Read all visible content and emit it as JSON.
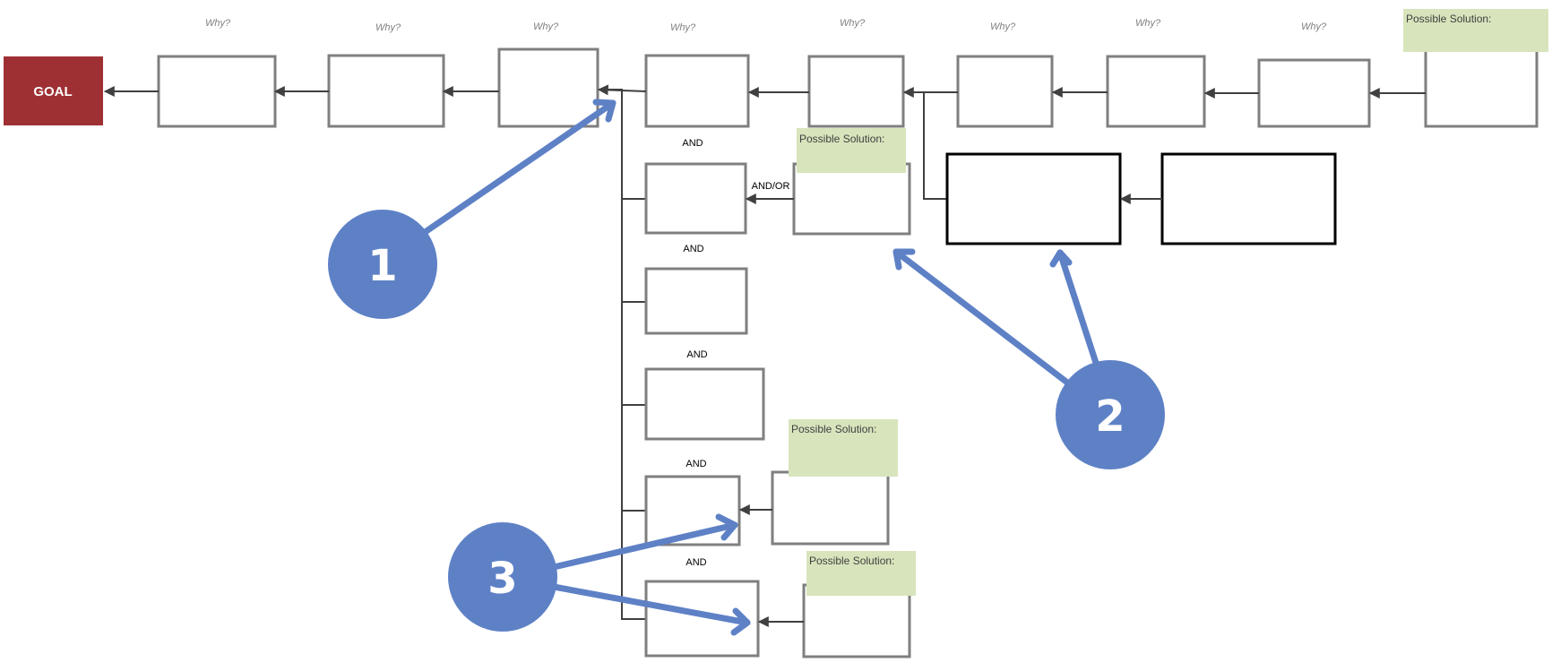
{
  "goal": {
    "label": "GOAL",
    "color": "#9e3033"
  },
  "why_labels": [
    "Why?",
    "Why?",
    "Why?",
    "Why?",
    "Why?",
    "Why?",
    "Why?",
    "Why?"
  ],
  "and_labels": [
    "AND",
    "AND",
    "AND",
    "AND",
    "AND"
  ],
  "and_or_label": "AND/OR",
  "possible_solution_labels": [
    "Possible Solution:",
    "Possible Solution:",
    "Possible Solution:",
    "Possible Solution:"
  ],
  "callouts": [
    "1",
    "2",
    "3"
  ],
  "colors": {
    "box_stroke": "#7f7f7f",
    "solution_fill": "#d8e4bc",
    "callout_fill": "#5e81c6",
    "goal_fill": "#9e3033"
  }
}
